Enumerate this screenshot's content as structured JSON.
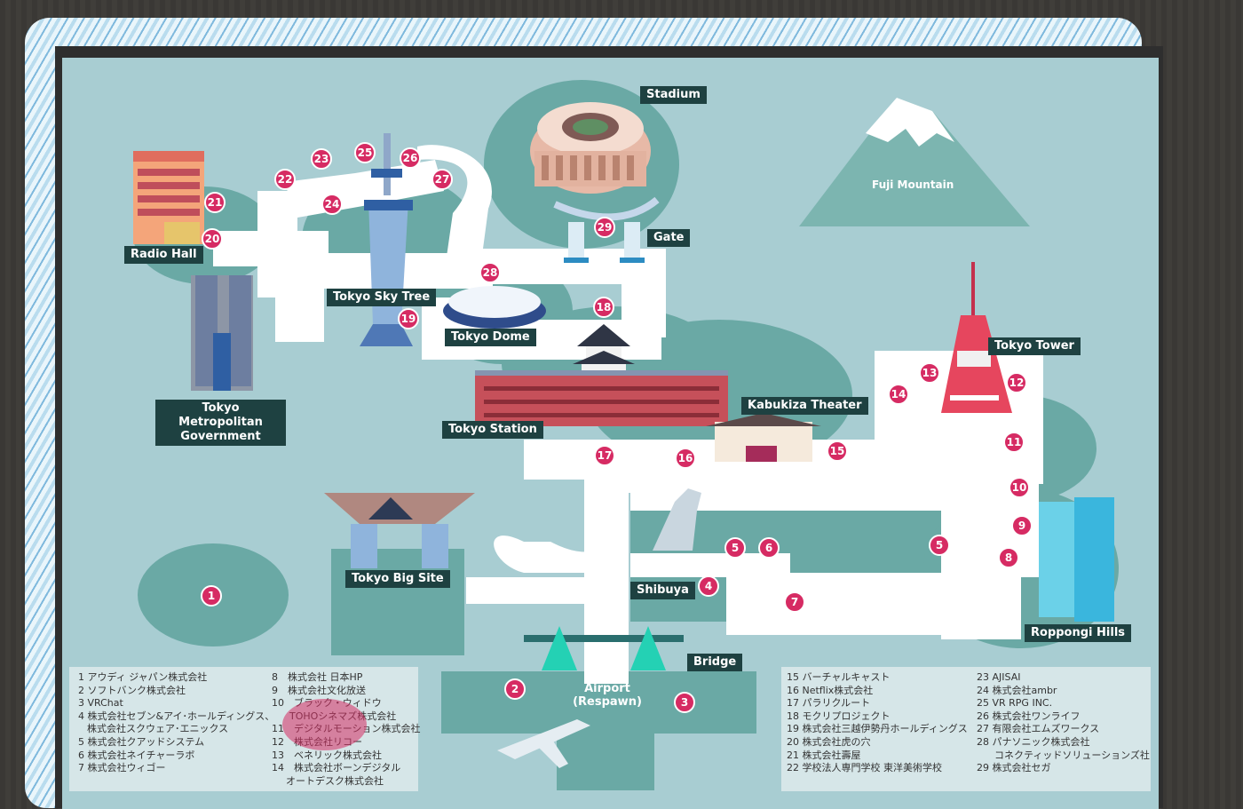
{
  "title_labels": {
    "stadium": "Stadium",
    "gate": "Gate",
    "fuji": "Fuji Mountain",
    "radio_hall": "Radio Hall",
    "sky_tree": "Tokyo Sky Tree",
    "tokyo_dome": "Tokyo Dome",
    "metro_gov": "Tokyo Metropolitan Government",
    "tokyo_station": "Tokyo Station",
    "kabukiza": "Kabukiza Theater",
    "tokyo_tower": "Tokyo Tower",
    "big_site": "Tokyo Big Site",
    "shibuya": "Shibuya",
    "bridge": "Bridge",
    "airport": "Airport (Respawn)",
    "roppongi": "Roppongi Hills"
  },
  "pins": [
    "1",
    "2",
    "3",
    "4",
    "5",
    "6",
    "7",
    "8",
    "9",
    "10",
    "11",
    "12",
    "13",
    "14",
    "15",
    "16",
    "17",
    "18",
    "19",
    "20",
    "21",
    "22",
    "23",
    "24",
    "25",
    "26",
    "27",
    "28",
    "29",
    "5"
  ],
  "legend_left_col1": [
    "1 アウディ ジャパン株式会社",
    "2 ソフトバンク株式会社",
    "3 VRChat",
    "4 株式会社セブン&アイ･ホールディングス、",
    "株式会社スクウェア･エニックス",
    "5 株式会社クアッドシステム",
    "6 株式会社ネイチャーラボ",
    "7 株式会社ウィゴー"
  ],
  "legend_left_col2": [
    "8　株式会社 日本HP",
    "9　株式会社文化放送",
    "10　ブラック・ウィドウ",
    "TOHOシネマズ株式会社",
    "11　デジタルモーション株式会社",
    "12　株式会社リコー",
    "13　ベネリック株式会社",
    "14　株式会社ボーンデジタル",
    "オートデスク株式会社"
  ],
  "legend_right_col1": [
    "15 バーチャルキャスト",
    "16 Netflix株式会社",
    "17 パラリクルート",
    "18 モクリプロジェクト",
    "19 株式会社三越伊勢丹ホールディングス",
    "20 株式会社虎の穴",
    "21 株式会社壽屋",
    "22 学校法人専門学校 東洋美術学校"
  ],
  "legend_right_col2": [
    "23 AJISAI",
    "24 株式会社ambr",
    "25 VR RPG INC.",
    "26 株式会社ワンライフ",
    "27 有限会社エムズワークス",
    "28 パナソニック株式会社",
    "コネクティッドソリューションズ社",
    "29 株式会社セガ"
  ],
  "colors": {
    "park": "#6aa9a5",
    "road": "#ffffff",
    "pin": "#d62b63",
    "label_bg": "#1e4141",
    "map_bg": "#a8cdd2"
  }
}
